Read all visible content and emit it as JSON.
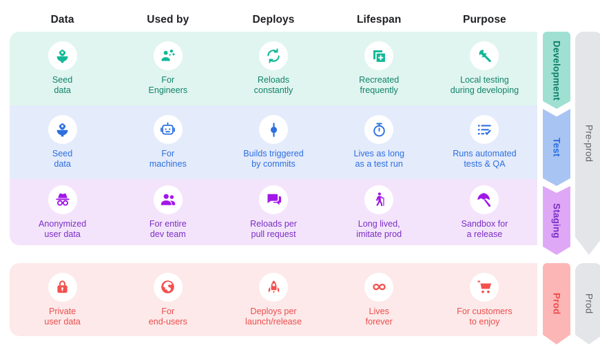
{
  "columns": [
    {
      "label": "Data"
    },
    {
      "label": "Used by"
    },
    {
      "label": "Deploys"
    },
    {
      "label": "Lifespan"
    },
    {
      "label": "Purpose"
    }
  ],
  "rows": [
    {
      "env": "Development",
      "accent": "#12826b",
      "band": "#e0f5ef",
      "chevron": "#9fe0d2",
      "cells": [
        {
          "icon": "seedling-icon",
          "label": "Seed\ndata"
        },
        {
          "icon": "engineer-icon",
          "label": "For\nEngineers"
        },
        {
          "icon": "sync-refresh-icon",
          "label": "Reloads\nconstantly"
        },
        {
          "icon": "add-copy-icon",
          "label": "Recreated\nfrequently"
        },
        {
          "icon": "wrench-icon",
          "label": "Local testing\nduring developing"
        }
      ]
    },
    {
      "env": "Test",
      "accent": "#2c6fe0",
      "band": "#e4ebfb",
      "chevron": "#a8c4f2",
      "cells": [
        {
          "icon": "seedling-icon",
          "label": "Seed\ndata"
        },
        {
          "icon": "robot-icon",
          "label": "For\nmachines"
        },
        {
          "icon": "commit-icon",
          "label": "Builds triggered\nby commits"
        },
        {
          "icon": "stopwatch-icon",
          "label": "Lives as long\nas a test run"
        },
        {
          "icon": "checklist-icon",
          "label": "Runs automated\ntests & QA"
        }
      ]
    },
    {
      "env": "Staging",
      "accent": "#7a2fc4",
      "band": "#f4e4fb",
      "chevron": "#dfa8f7",
      "cells": [
        {
          "icon": "incognito-icon",
          "label": "Anonymized\nuser data"
        },
        {
          "icon": "people-group-icon",
          "label": "For entire\ndev team"
        },
        {
          "icon": "comment-chat-icon",
          "label": "Reloads per\npull request"
        },
        {
          "icon": "elderly-walking-icon",
          "label": "Long lived,\nimitate prod"
        },
        {
          "icon": "beach-umbrella-icon",
          "label": "Sandbox for\na release"
        }
      ]
    },
    {
      "env": "Prod",
      "accent": "#ec4d4d",
      "band": "#fde9e9",
      "chevron": "#fcb6b6",
      "cells": [
        {
          "icon": "lock-icon",
          "label": "Private\nuser data"
        },
        {
          "icon": "globe-icon",
          "label": "For\nend-users"
        },
        {
          "icon": "rocket-icon",
          "label": "Deploys per\nlaunch/release"
        },
        {
          "icon": "infinity-icon",
          "label": "Lives\nforever"
        },
        {
          "icon": "shopping-cart-icon",
          "label": "For customers\nto enjoy"
        }
      ]
    }
  ],
  "groups": [
    {
      "label": "Pre-prod",
      "color": "#e3e5e9"
    },
    {
      "label": "Prod",
      "color": "#e3e5e9"
    }
  ]
}
